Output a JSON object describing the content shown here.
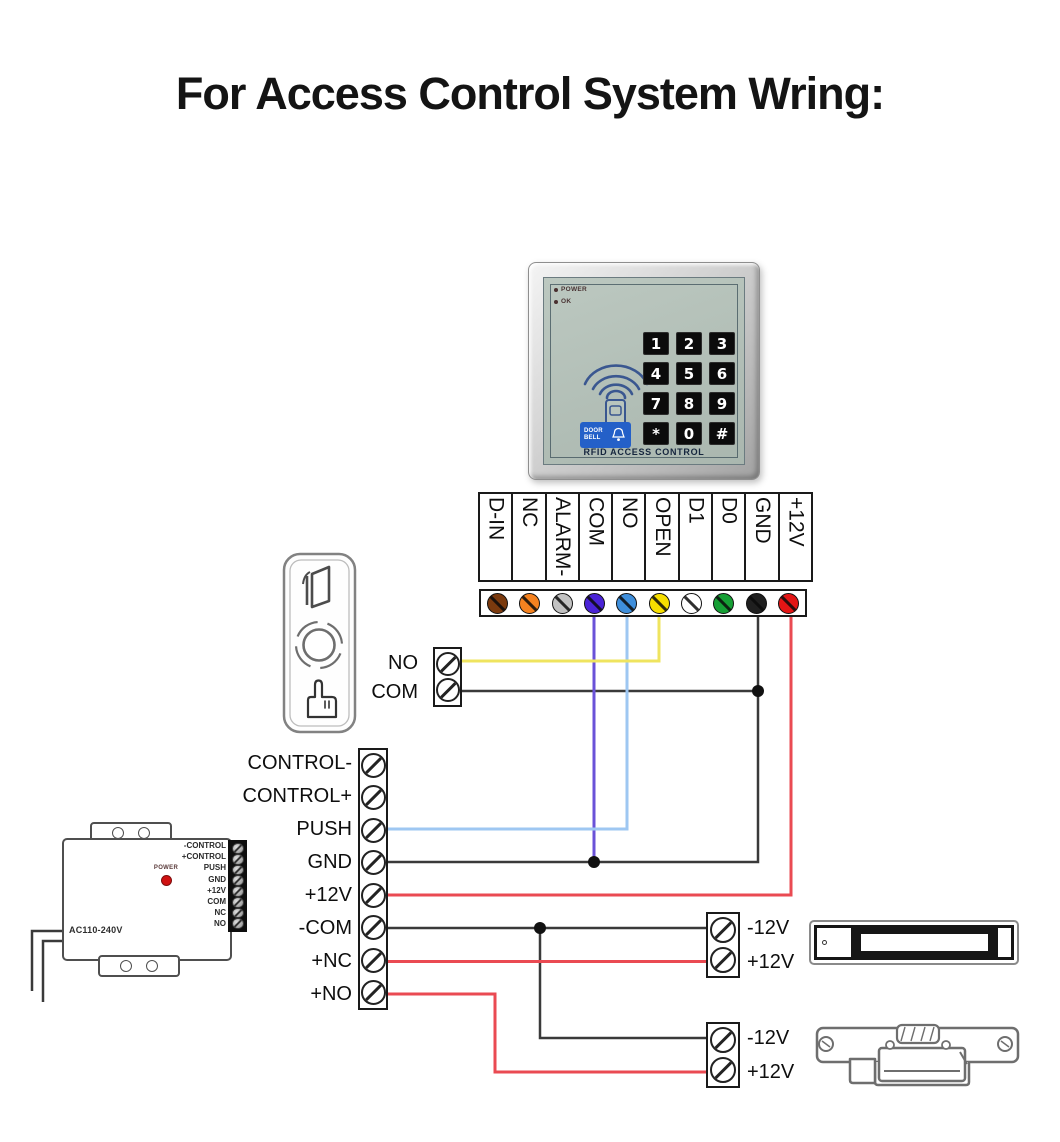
{
  "title": "For Access Control System Wring:",
  "keypad": {
    "status_leds": [
      "POWER",
      "OK"
    ],
    "keys": [
      "1",
      "2",
      "3",
      "4",
      "5",
      "6",
      "7",
      "8",
      "9",
      "*",
      "0",
      "#"
    ],
    "doorbell_label": "DOOR BELL",
    "brand_label": "RFID ACCESS CONTROL"
  },
  "keypad_terminals": {
    "labels": [
      "D-IN",
      "NC",
      "ALARM-",
      "COM",
      "NO",
      "OPEN",
      "D1",
      "D0",
      "GND",
      "+12V"
    ]
  },
  "wire_terminals": [
    {
      "name": "brown",
      "hex": "#7b3a0e"
    },
    {
      "name": "orange",
      "hex": "#f58220"
    },
    {
      "name": "gray",
      "hex": "#c2c2c2"
    },
    {
      "name": "violet",
      "hex": "#4a23d6"
    },
    {
      "name": "blue",
      "hex": "#3f8fdc"
    },
    {
      "name": "yellow",
      "hex": "#f7df00"
    },
    {
      "name": "white",
      "hex": "#ffffff"
    },
    {
      "name": "green",
      "hex": "#169f35"
    },
    {
      "name": "black",
      "hex": "#1f1f1f"
    },
    {
      "name": "red",
      "hex": "#e31515"
    }
  ],
  "exit_button_terminals": {
    "labels": [
      "NO",
      "COM"
    ]
  },
  "controller_terminals": {
    "labels": [
      "CONTROL-",
      "CONTROL+",
      "PUSH",
      "GND",
      "+12V",
      "-COM",
      "+NC",
      "+NO"
    ]
  },
  "power_supply": {
    "power_led_label": "POWER",
    "voltage_label": "AC110-240V",
    "terminal_labels": [
      "-CONTROL",
      "+CONTROL",
      "PUSH",
      "GND",
      "+12V",
      "COM",
      "NC",
      "NO"
    ]
  },
  "maglock_terminals": {
    "labels": [
      "-12V",
      "+12V"
    ]
  },
  "strike_terminals": {
    "labels": [
      "-12V",
      "+12V"
    ]
  },
  "wires": {
    "yellow": "#efe45f",
    "violet": "#6a52d8",
    "blue": "#9ec7f2",
    "black": "#3a3a3a",
    "red": "#ea4a52",
    "junction": "#111111"
  }
}
